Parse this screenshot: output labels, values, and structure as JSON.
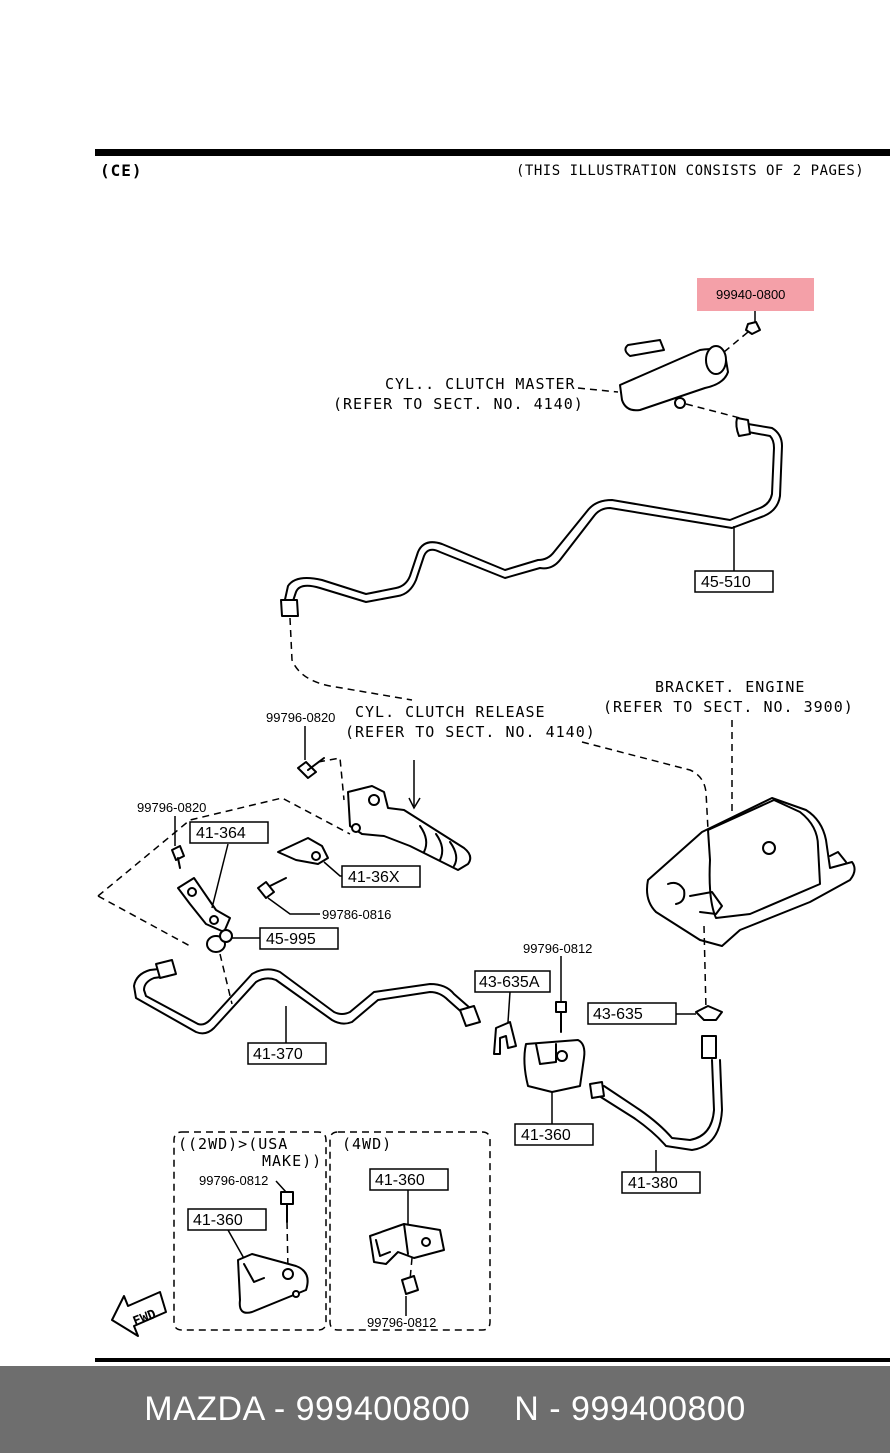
{
  "header": {
    "left": "(CE)",
    "right": "(THIS ILLUSTRATION CONSISTS OF  2 PAGES)"
  },
  "highlight": {
    "part_number": "99940-0800",
    "color": "#f4a0a8"
  },
  "notes": {
    "master_cyl_line1": "CYL.. CLUTCH MASTER",
    "master_cyl_line2": "(REFER TO SECT. NO. 4140)",
    "release_cyl_line1": "CYL. CLUTCH RELEASE",
    "release_cyl_line2": "(REFER TO SECT. NO. 4140)",
    "bracket_line1": "BRACKET. ENGINE",
    "bracket_line2": "(REFER TO SECT. NO. 3900)"
  },
  "labels": {
    "l_45510": "45-510",
    "l_41364": "41-364",
    "l_4136X": "41-36X",
    "l_45995": "45-995",
    "l_43635A": "43-635A",
    "l_43635": "43-635",
    "l_41370": "41-370",
    "l_41360_main": "41-360",
    "l_41380": "41-380",
    "l_41360_2wd": "41-360",
    "l_41360_4wd": "41-360"
  },
  "bolts": {
    "b1": "99796-0820",
    "b2": "99796-0820",
    "b3": "99786-0816",
    "b4": "99796-0812",
    "b5": "99796-0812",
    "b6": "99796-0812"
  },
  "insets": {
    "usa_line1": "((2WD)>(USA",
    "usa_line2": "MAKE))",
    "four_wd": "(4WD)"
  },
  "fwd_label": "FWD",
  "footer": {
    "left": "MAZDA - 999400800",
    "right": "N - 999400800"
  }
}
